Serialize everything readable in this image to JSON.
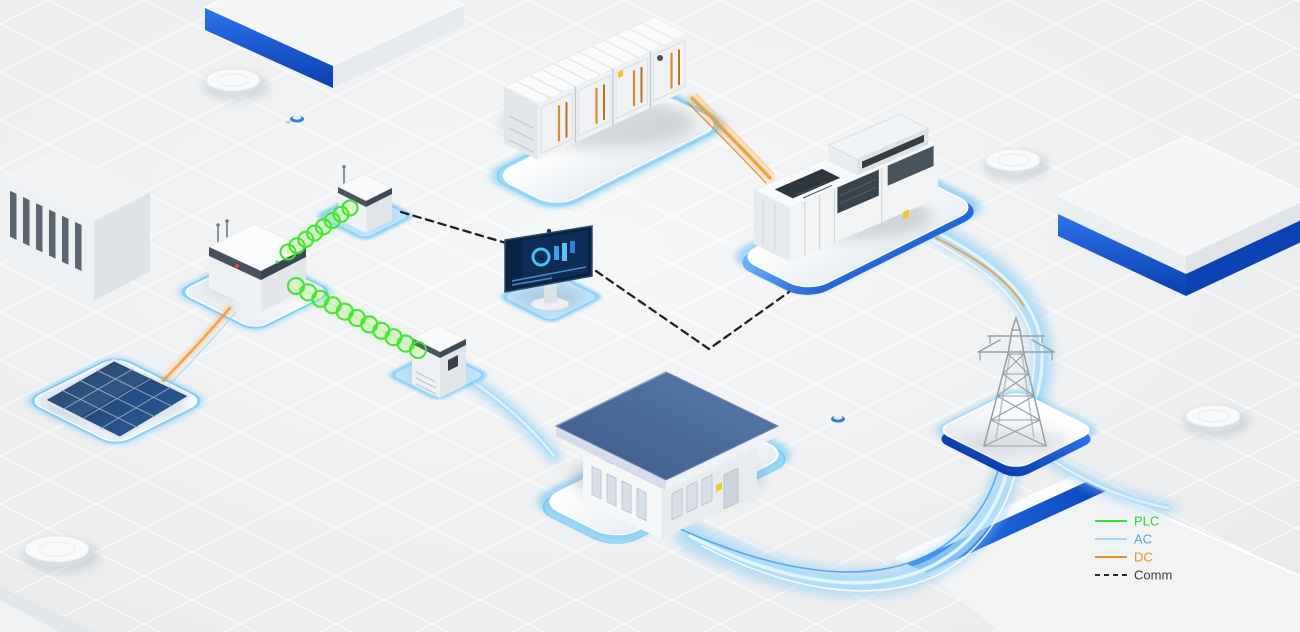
{
  "legend": {
    "items": [
      {
        "id": "plc",
        "label": "PLC",
        "line_color": "#2fe435",
        "text_color": "#2fd23a",
        "style": "solid"
      },
      {
        "id": "ac",
        "label": "AC",
        "line_color": "#a9d6f5",
        "text_color": "#56a4e4",
        "style": "solid"
      },
      {
        "id": "dc",
        "label": "DC",
        "line_color": "#ef8c1d",
        "text_color": "#ef8c1d",
        "style": "solid"
      },
      {
        "id": "comm",
        "label": "Comm",
        "line_color": "#2b2b2b",
        "text_color": "#3a3a3a",
        "style": "dashed"
      }
    ]
  },
  "colors": {
    "floor": "#e8eaec",
    "accent_blue": "#1255d2",
    "glow_cyan": "#4ab7f2",
    "plc_green": "#2fe435",
    "ac_blue": "#a9d6f5",
    "dc_orange": "#ef8c1d",
    "comm_black": "#2b2b2b",
    "roof_blue": "#46689a",
    "panel_navy": "#16335e"
  },
  "equipment": [
    "pv-array",
    "string-inverter",
    "comm-cabinet-small",
    "control-cabinet",
    "monitoring-terminal",
    "battery-storage-container",
    "power-conversion-station",
    "plant-building",
    "transmission-tower"
  ]
}
